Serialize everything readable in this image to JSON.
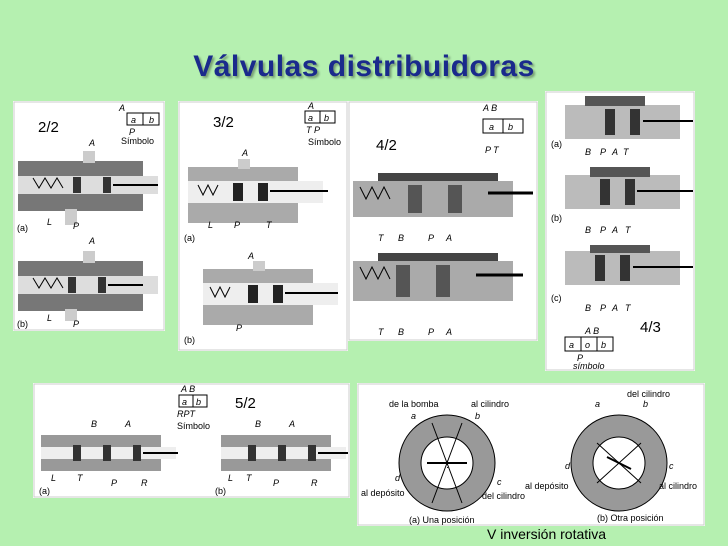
{
  "title": "Válvulas distribuidoras",
  "labels": {
    "v22": "2/2",
    "v32": "3/2",
    "v42": "4/2",
    "v43": "4/3",
    "v52": "5/2"
  },
  "symbol_text": "Símbolo",
  "symbol_text_lower": "símbolo",
  "rotary": {
    "de_la_bomba": "de la bomba",
    "al_cilindro": "al cilindro",
    "al_deposito": "al depósito",
    "del_cilindro": "del cilindro",
    "una_posicion": "(a)  Una posición",
    "otra_posicion": "(b) Otra  posición"
  },
  "caption": "V inversión rotativa",
  "colors": {
    "background": "#b5f0b0",
    "title": "#1a2a8c"
  }
}
